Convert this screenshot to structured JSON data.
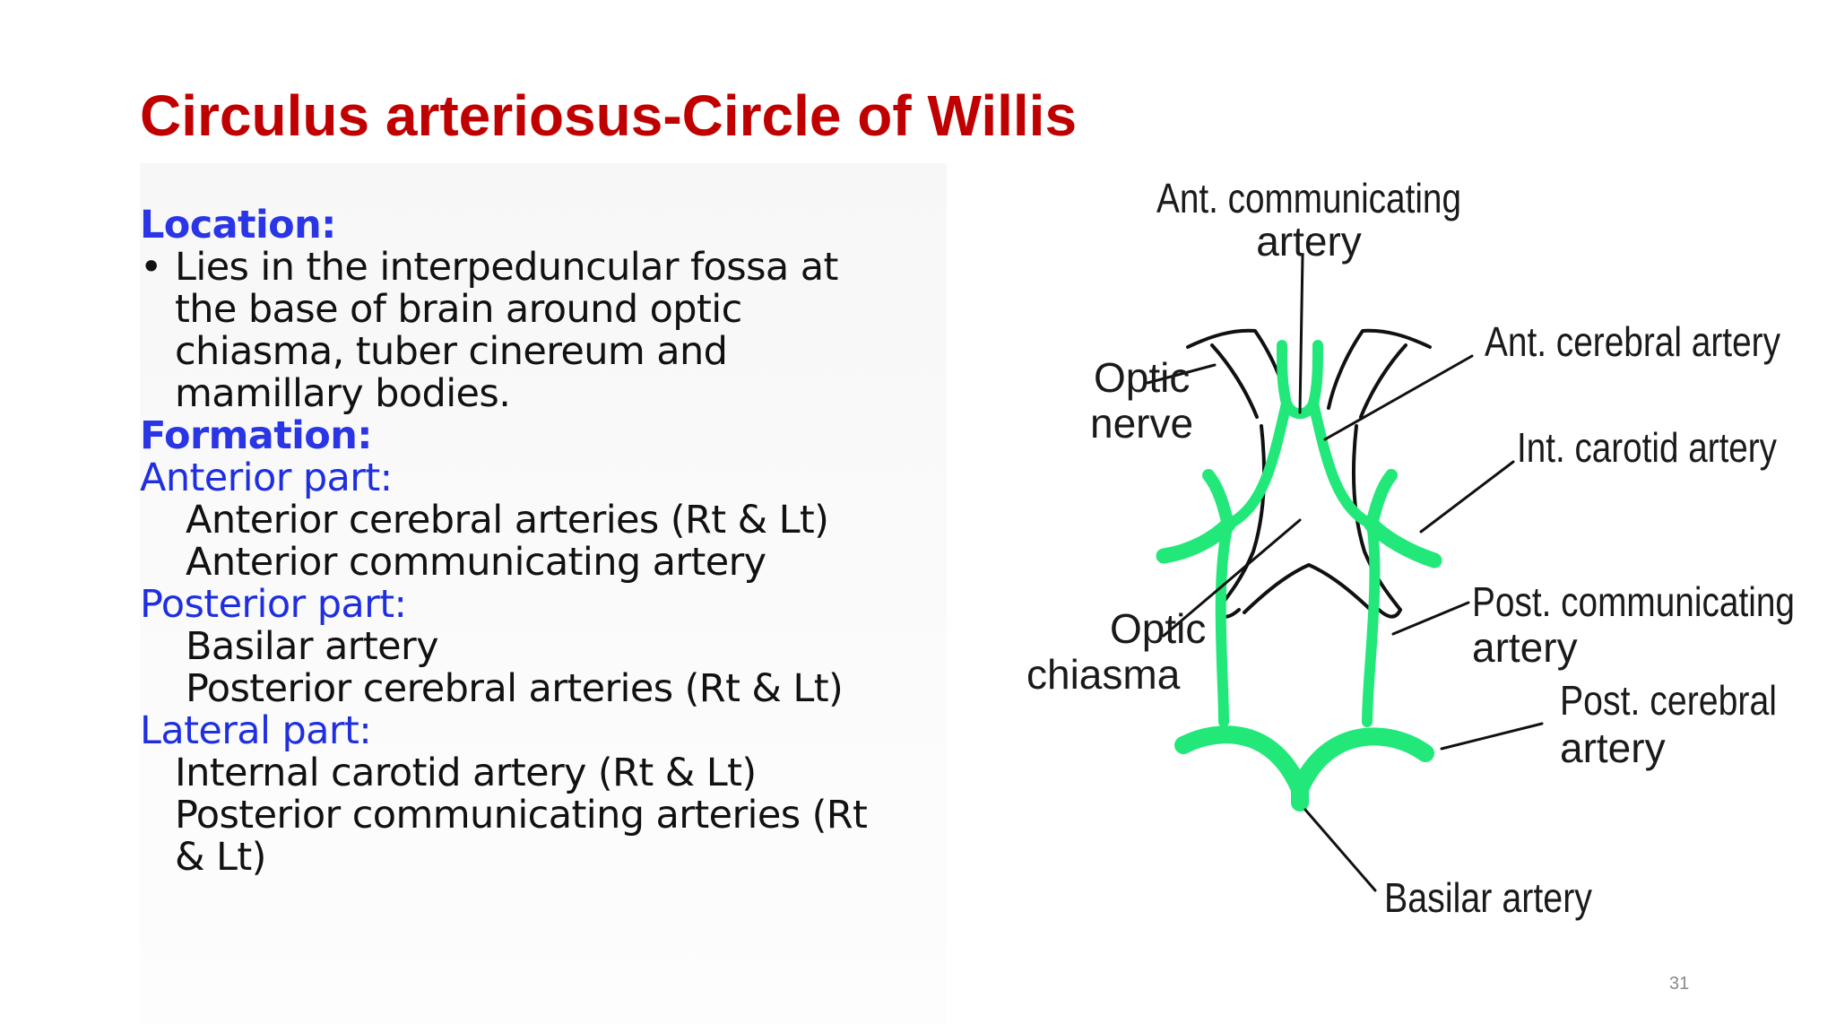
{
  "slide": {
    "title": "Circulus arteriosus-Circle of Willis",
    "page_number": "31"
  },
  "content": {
    "location_heading": "Location:",
    "location_bullet": "•",
    "location_lines": [
      "Lies in the interpeduncular fossa at",
      "the base of brain around optic",
      "chiasma, tuber cinereum and",
      "mamillary bodies."
    ],
    "formation_heading": "Formation:",
    "anterior_heading": "Anterior part:",
    "anterior_items": [
      "Anterior cerebral  arteries (Rt & Lt)",
      "Anterior communicating artery"
    ],
    "posterior_heading": "Posterior part:",
    "posterior_items": [
      "Basilar artery",
      "Posterior cerebral arteries (Rt & Lt)"
    ],
    "lateral_heading": "Lateral part:",
    "lateral_items": [
      "Internal carotid artery (Rt & Lt)",
      "Posterior communicating arteries (Rt",
      "& Lt)"
    ]
  },
  "diagram": {
    "colors": {
      "artery": "#22e87a",
      "outline": "#111111",
      "title": "#c00000",
      "heading": "#1f2fe0"
    },
    "labels": {
      "ant_comm_line1": "Ant. communicating",
      "ant_comm_line2": "artery",
      "ant_cerebral": "Ant. cerebral artery",
      "optic_nerve_line1": "Optic",
      "optic_nerve_line2": "nerve",
      "int_carotid": "Int. carotid artery",
      "optic_chiasma_line1": "Optic",
      "optic_chiasma_line2": "chiasma",
      "post_comm_line1": "Post. communicating",
      "post_comm_line2": "artery",
      "post_cerebral_line1": "Post. cerebral",
      "post_cerebral_line2": "artery",
      "basilar": "Basilar artery"
    }
  }
}
